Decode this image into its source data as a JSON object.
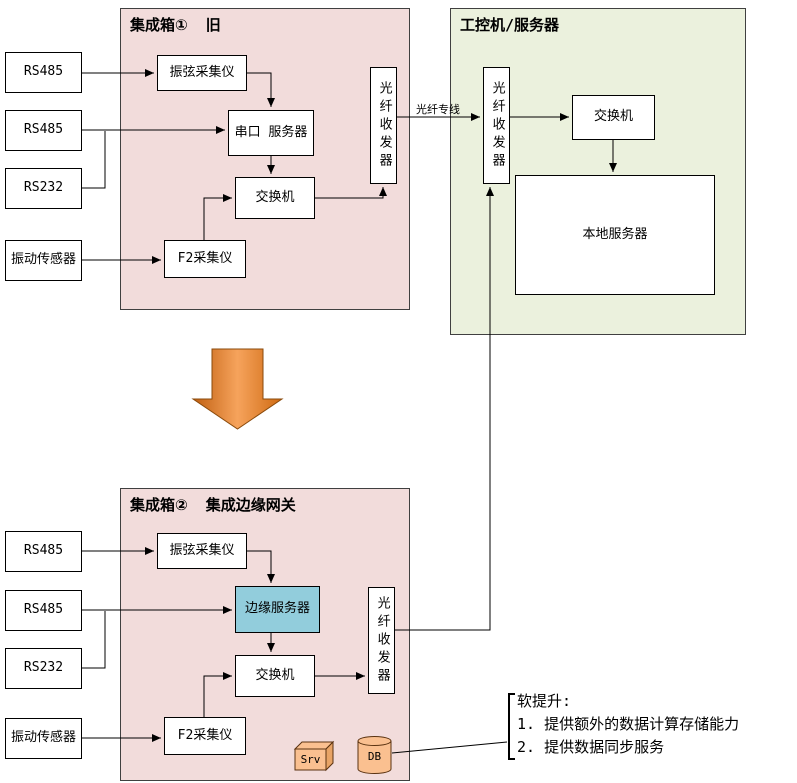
{
  "palette": {
    "box_pink": "#f2dcdb",
    "box_green": "#ebf1dd",
    "edge_server_blue": "#92cddc",
    "arrow_orange": "#e98b2d",
    "storage_tan": "#fac090"
  },
  "top": {
    "inputs": {
      "rs485_1": "RS485",
      "rs485_2": "RS485",
      "rs232": "RS232",
      "vibration_sensor": "振动传感器"
    },
    "box1": {
      "title": "集成箱①  旧",
      "vw_collector": "振弦采集仪",
      "serial_server": "串口 服务器",
      "switch": "交换机",
      "f2_collector": "F2采集仪",
      "fiber_transceiver": "光纤收发器"
    },
    "server_box": {
      "title": "工控机/服务器",
      "fiber_transceiver": "光纤收发器",
      "switch": "交换机",
      "local_server": "本地服务器"
    },
    "fiber_link_label": "光纤专线"
  },
  "bottom": {
    "inputs": {
      "rs485_1": "RS485",
      "rs485_2": "RS485",
      "rs232": "RS232",
      "vibration_sensor": "振动传感器"
    },
    "box2": {
      "title": "集成箱②  集成边缘网关",
      "vw_collector": "振弦采集仪",
      "edge_server": "边缘服务器",
      "switch": "交换机",
      "f2_collector": "F2采集仪",
      "fiber_transceiver": "光纤收发器",
      "srv_store": "Srv",
      "db_store": "DB"
    },
    "note": {
      "title": "软提升:",
      "item1": "1. 提供额外的数据计算存储能力",
      "item2": "2. 提供数据同步服务"
    }
  }
}
